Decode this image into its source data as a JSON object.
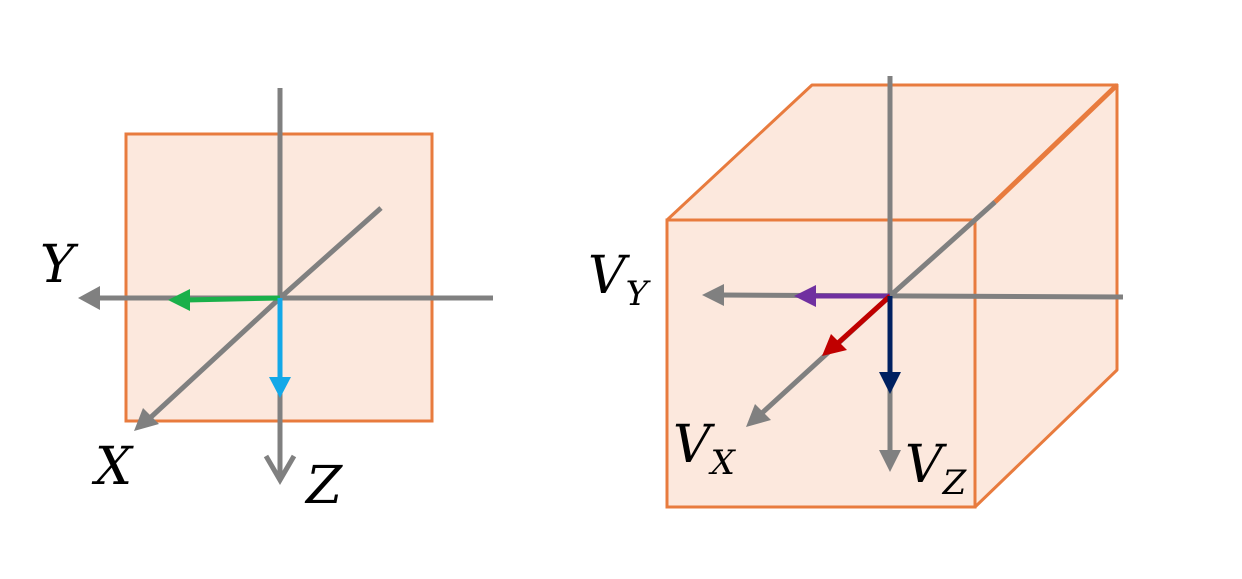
{
  "colors": {
    "face_fill": "#fce8dd",
    "face_stroke": "#e87b3e",
    "axis_gray": "#808080",
    "vector_green": "#1ab04a",
    "vector_cyan": "#13a8e8",
    "vector_purple": "#7030a0",
    "vector_red": "#c00000",
    "vector_navy": "#002060"
  },
  "left_diagram": {
    "labels": {
      "y": "Y",
      "x": "X",
      "z": "Z"
    }
  },
  "right_diagram": {
    "labels": {
      "vy": {
        "main": "V",
        "sub": "Y"
      },
      "vx": {
        "main": "V",
        "sub": "X"
      },
      "vz": {
        "main": "V",
        "sub": "Z"
      }
    }
  }
}
